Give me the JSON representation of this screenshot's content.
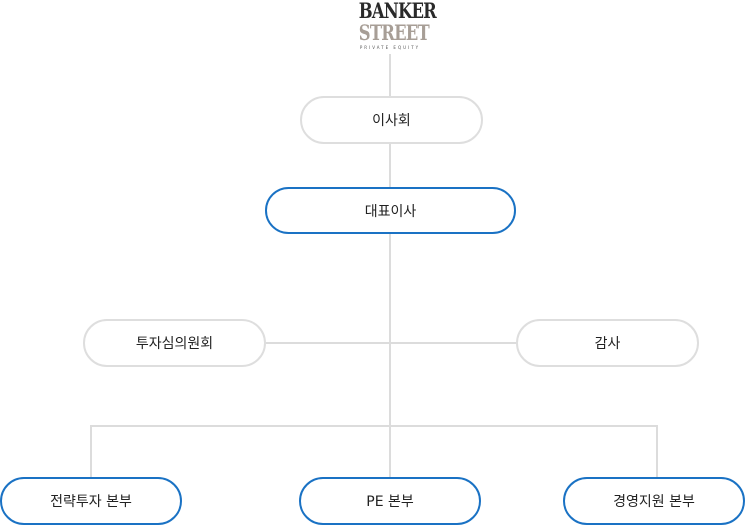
{
  "logo": {
    "line1": "BANKER",
    "line2": "STREET",
    "line3": "PRIVATE EQUITY"
  },
  "nodes": {
    "board": "이사회",
    "ceo": "대표이사",
    "investment_committee": "투자심의원회",
    "audit": "감사",
    "strategy": "전략투자 본부",
    "pe": "PE 본부",
    "management": "경영지원 본부"
  },
  "colors": {
    "accent": "#1a72c4",
    "line": "#dcdcdc",
    "border_gray": "#dedede"
  }
}
